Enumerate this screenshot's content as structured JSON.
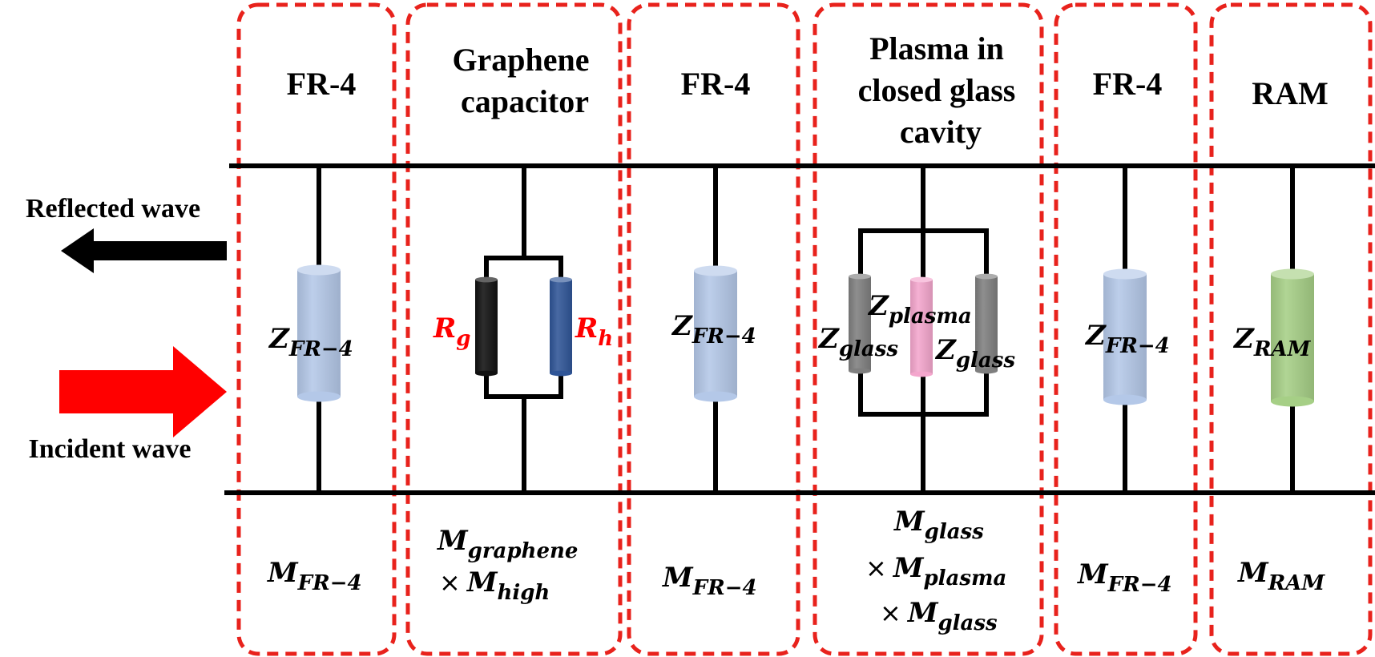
{
  "side_labels": {
    "reflected": "Reflected wave",
    "incident": "Incident wave"
  },
  "colors": {
    "box_border": "#e8221c",
    "reflected_arrow": "#000000",
    "incident_arrow": "#ff0000",
    "fr4": "#b4c8e8",
    "graphene_rg": "#111111",
    "graphene_rh": "#2f5597",
    "glass": "#7f7f7f",
    "plasma": "#f4a6cd",
    "ram": "#a6cf86",
    "resistor_label": "#ff0000"
  },
  "sections": [
    {
      "title": [
        "FR-4"
      ],
      "impedance": {
        "main": "Z",
        "sub": "FR−4"
      },
      "transfer": [
        {
          "prefix": "",
          "main": "M",
          "sub": "FR−4"
        }
      ]
    },
    {
      "title": [
        "Graphene",
        "capacitor"
      ],
      "resistors": [
        {
          "main": "R",
          "sub": "g"
        },
        {
          "main": "R",
          "sub": "h"
        }
      ],
      "transfer": [
        {
          "prefix": "",
          "main": "M",
          "sub": "graphene"
        },
        {
          "prefix": "×",
          "main": "M",
          "sub": "high"
        }
      ]
    },
    {
      "title": [
        "FR-4"
      ],
      "impedance": {
        "main": "Z",
        "sub": "FR−4"
      },
      "transfer": [
        {
          "prefix": "",
          "main": "M",
          "sub": "FR−4"
        }
      ]
    },
    {
      "title": [
        "Plasma in",
        "closed glass",
        "cavity"
      ],
      "impedances": [
        {
          "main": "Z",
          "sub": "glass"
        },
        {
          "main": "Z",
          "sub": "plasma"
        },
        {
          "main": "Z",
          "sub": "glass"
        }
      ],
      "transfer": [
        {
          "prefix": "",
          "main": "M",
          "sub": "glass"
        },
        {
          "prefix": "×",
          "main": "M",
          "sub": "plasma"
        },
        {
          "prefix": "×",
          "main": "M",
          "sub": "glass"
        }
      ]
    },
    {
      "title": [
        "FR-4"
      ],
      "impedance": {
        "main": "Z",
        "sub": "FR−4"
      },
      "transfer": [
        {
          "prefix": "",
          "main": "M",
          "sub": "FR−4"
        }
      ]
    },
    {
      "title": [
        "RAM"
      ],
      "impedance": {
        "main": "Z",
        "sub": "RAM"
      },
      "transfer": [
        {
          "prefix": "",
          "main": "M",
          "sub": "RAM"
        }
      ]
    }
  ]
}
